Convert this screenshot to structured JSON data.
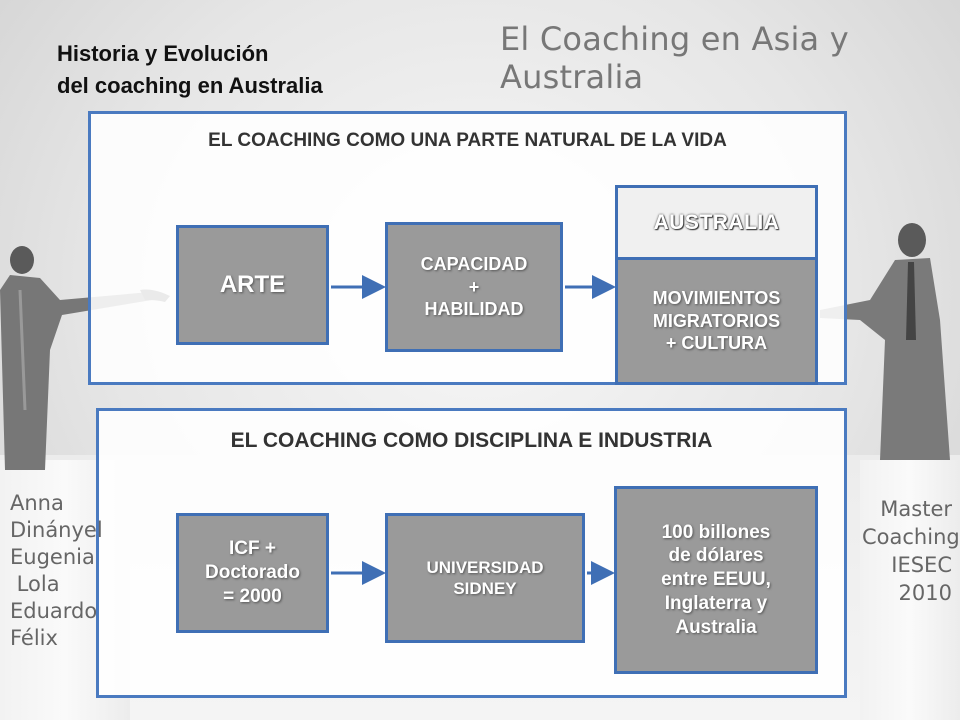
{
  "title": {
    "line1": "Historia y Evolución",
    "line2": "del coaching en Australia"
  },
  "header_title": "El Coaching en Asia y Australia",
  "panel_top": {
    "heading": "EL COACHING COMO UNA PARTE NATURAL DE LA VIDA",
    "box1": "ARTE",
    "box2_line1": "CAPACIDAD",
    "box2_line2": "+",
    "box2_line3": "HABILIDAD",
    "australia_label": "AUSTRALIA",
    "box3_line1": "MOVIMIENTOS",
    "box3_line2": "MIGRATORIOS",
    "box3_line3": "+ CULTURA"
  },
  "panel_bottom": {
    "heading": "EL COACHING COMO DISCIPLINA E INDUSTRIA",
    "box1_line1": "ICF +",
    "box1_line2": "Doctorado",
    "box1_line3": "= 2000",
    "box2_line1": "UNIVERSIDAD",
    "box2_line2": "SIDNEY",
    "box3_line1": "100 billones",
    "box3_line2": "de dólares",
    "box3_line3": "entre EEUU,",
    "box3_line4": "Inglaterra y",
    "box3_line5": "Australia"
  },
  "names": [
    "Anna",
    "Dinányel",
    "Eugenia",
    " Lola",
    "Eduardo",
    "Félix"
  ],
  "master": [
    "Master",
    "Coaching",
    "IESEC",
    "2010"
  ],
  "colors": {
    "accent": "#4a7ac0",
    "box": "#9a9a9a"
  }
}
